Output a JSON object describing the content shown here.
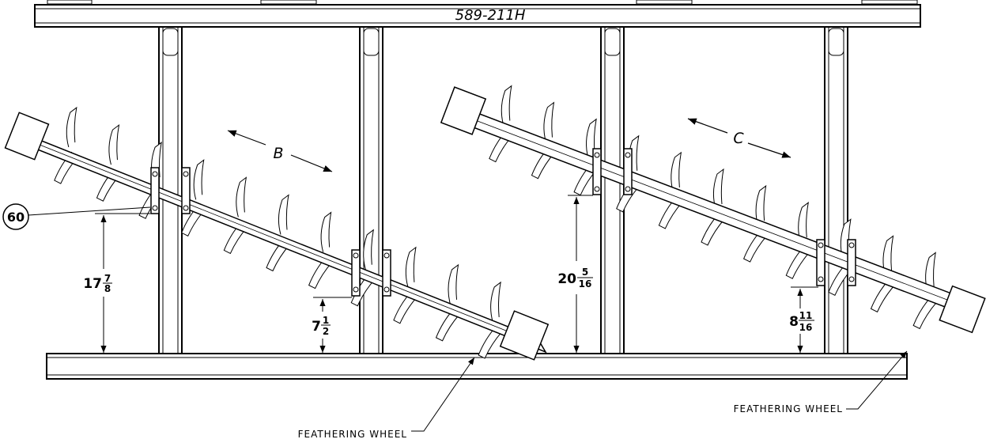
{
  "drawing": {
    "part_number": "589-211H",
    "balloon": "60",
    "direction_labels": {
      "left": "B",
      "right": "C"
    },
    "dimensions": [
      {
        "whole": "17",
        "num": "7",
        "den": "8"
      },
      {
        "whole": "7",
        "num": "1",
        "den": "2"
      },
      {
        "whole": "20",
        "num": "5",
        "den": "16"
      },
      {
        "whole": "8",
        "num": "11",
        "den": "16"
      }
    ],
    "callouts": {
      "left": "FEATHERING WHEEL",
      "right": "FEATHERING WHEEL"
    }
  }
}
